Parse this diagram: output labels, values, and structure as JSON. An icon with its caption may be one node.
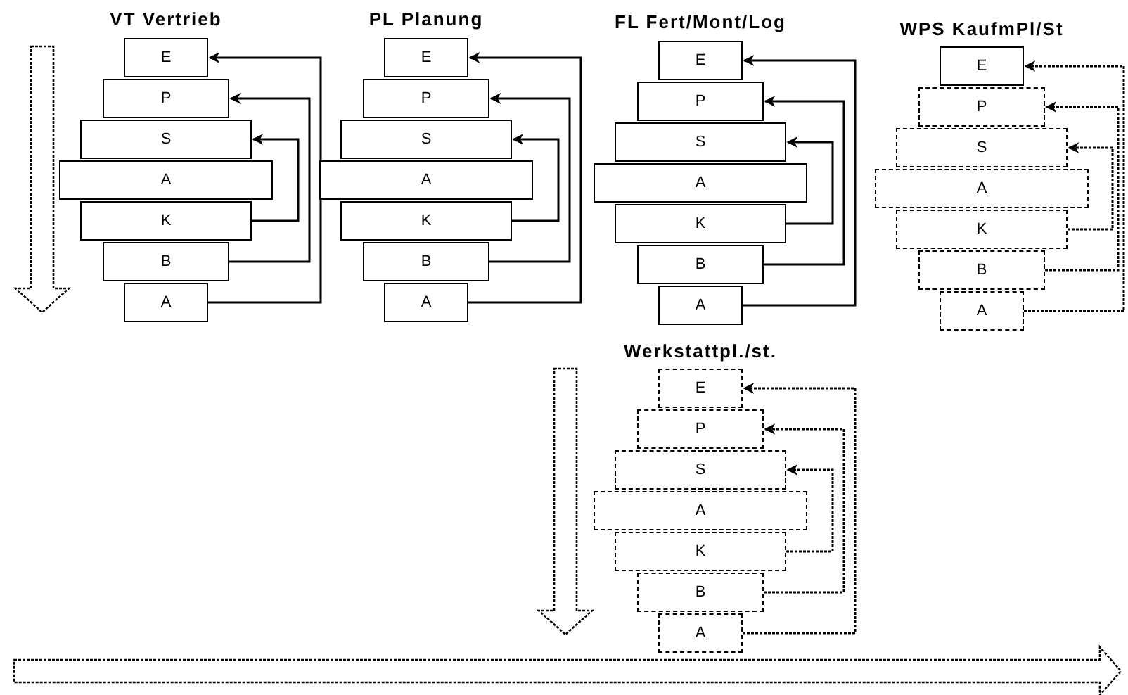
{
  "diagram": {
    "nodes": [
      {
        "text": [
          "E"
        ]
      },
      {
        "text": [
          "P"
        ]
      },
      {
        "text": [
          "S"
        ]
      },
      {
        "text": [
          "A"
        ]
      },
      {
        "text": [
          "K"
        ]
      },
      {
        "text": [
          "B"
        ]
      },
      {
        "text": [
          "A"
        ]
      },
      {
        "text": [
          "E"
        ]
      },
      {
        "text": [
          "P"
        ]
      },
      {
        "text": [
          "S"
        ]
      },
      {
        "text": [
          "A"
        ]
      },
      {
        "text": [
          "K"
        ]
      },
      {
        "text": [
          "B"
        ]
      },
      {
        "text": [
          "A"
        ]
      },
      {
        "text": [
          "E"
        ]
      },
      {
        "text": [
          "P"
        ]
      },
      {
        "text": [
          "S"
        ]
      },
      {
        "text": [
          "A"
        ]
      },
      {
        "text": [
          "K"
        ]
      },
      {
        "text": [
          "B"
        ]
      },
      {
        "text": [
          "A"
        ]
      },
      {
        "text": [
          "E"
        ]
      },
      {
        "text": [
          "P"
        ]
      },
      {
        "text": [
          "S"
        ]
      },
      {
        "text": [
          "A"
        ]
      },
      {
        "text": [
          "K"
        ]
      },
      {
        "text": [
          "B"
        ]
      },
      {
        "text": [
          "A"
        ]
      },
      {
        "text": [
          "E"
        ]
      },
      {
        "text": [
          "P"
        ]
      },
      {
        "text": [
          "S"
        ]
      },
      {
        "text": [
          "A"
        ]
      },
      {
        "text": [
          "K"
        ]
      },
      {
        "text": [
          "B"
        ]
      },
      {
        "text": [
          "A"
        ]
      }
    ],
    "edges": [
      {
        "from": 4,
        "to": 2,
        "arrow": "to"
      },
      {
        "from": 5,
        "to": 1,
        "arrow": "to"
      },
      {
        "from": 6,
        "to": 0,
        "arrow": "to"
      },
      {
        "from": 11,
        "to": 9,
        "arrow": "to"
      },
      {
        "from": 12,
        "to": 8,
        "arrow": "to"
      },
      {
        "from": 13,
        "to": 7,
        "arrow": "to"
      },
      {
        "from": 18,
        "to": 16,
        "arrow": "to"
      },
      {
        "from": 19,
        "to": 15,
        "arrow": "to"
      },
      {
        "from": 20,
        "to": 14,
        "arrow": "to"
      },
      {
        "from": 25,
        "to": 23,
        "arrow": "to",
        "style": "dashed"
      },
      {
        "from": 26,
        "to": 22,
        "arrow": "to",
        "style": "dashed"
      },
      {
        "from": 27,
        "to": 21,
        "arrow": "to",
        "style": "dashed"
      },
      {
        "from": 32,
        "to": 30,
        "arrow": "to",
        "style": "dashed"
      },
      {
        "from": 33,
        "to": 29,
        "arrow": "to",
        "style": "dashed"
      },
      {
        "from": 34,
        "to": 28,
        "arrow": "to",
        "style": "dashed"
      }
    ],
    "labels": [
      "VT Vertrieb",
      "PL Planung",
      "FL Fert/Mont/Log",
      "WPS KaufmPl/St",
      "Werkstattpl./st."
    ]
  }
}
